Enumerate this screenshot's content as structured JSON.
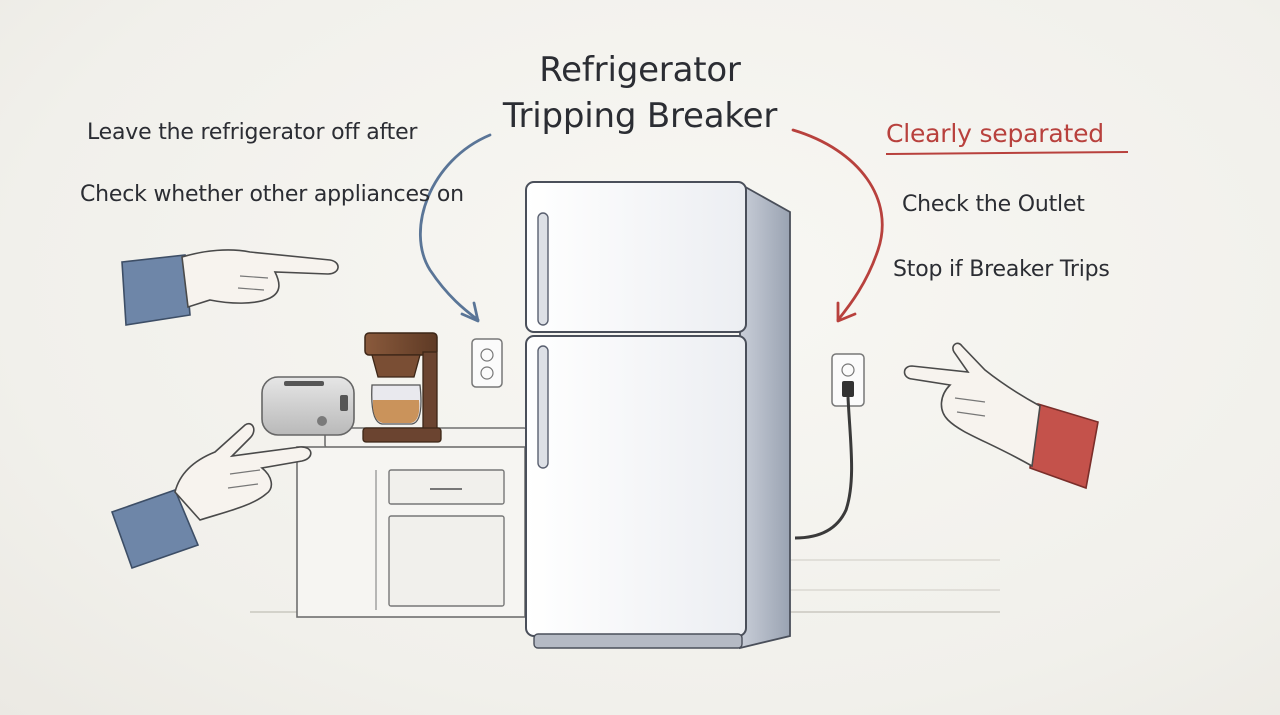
{
  "title": {
    "line1": "Refrigerator",
    "line2": "Tripping Breaker"
  },
  "left_notes": [
    "Leave the refrigerator off after",
    "Check whether other appliances on"
  ],
  "right_notes": [
    "Clearly separated",
    "Check the Outlet",
    "Stop if Breaker Trips"
  ],
  "colors": {
    "ink": "#2b2d33",
    "left_accent": "#5a7597",
    "right_accent": "#b8413d",
    "fridge": "#f5f6f8",
    "sleeve_blue": "#6e86a8",
    "sleeve_red": "#c4524b"
  },
  "icons": {
    "left_hands": "pointing-hand-icon",
    "right_hand": "pointing-hand-icon",
    "arrows": "curved-arrow-icon",
    "outlets": "wall-outlet-icon"
  }
}
